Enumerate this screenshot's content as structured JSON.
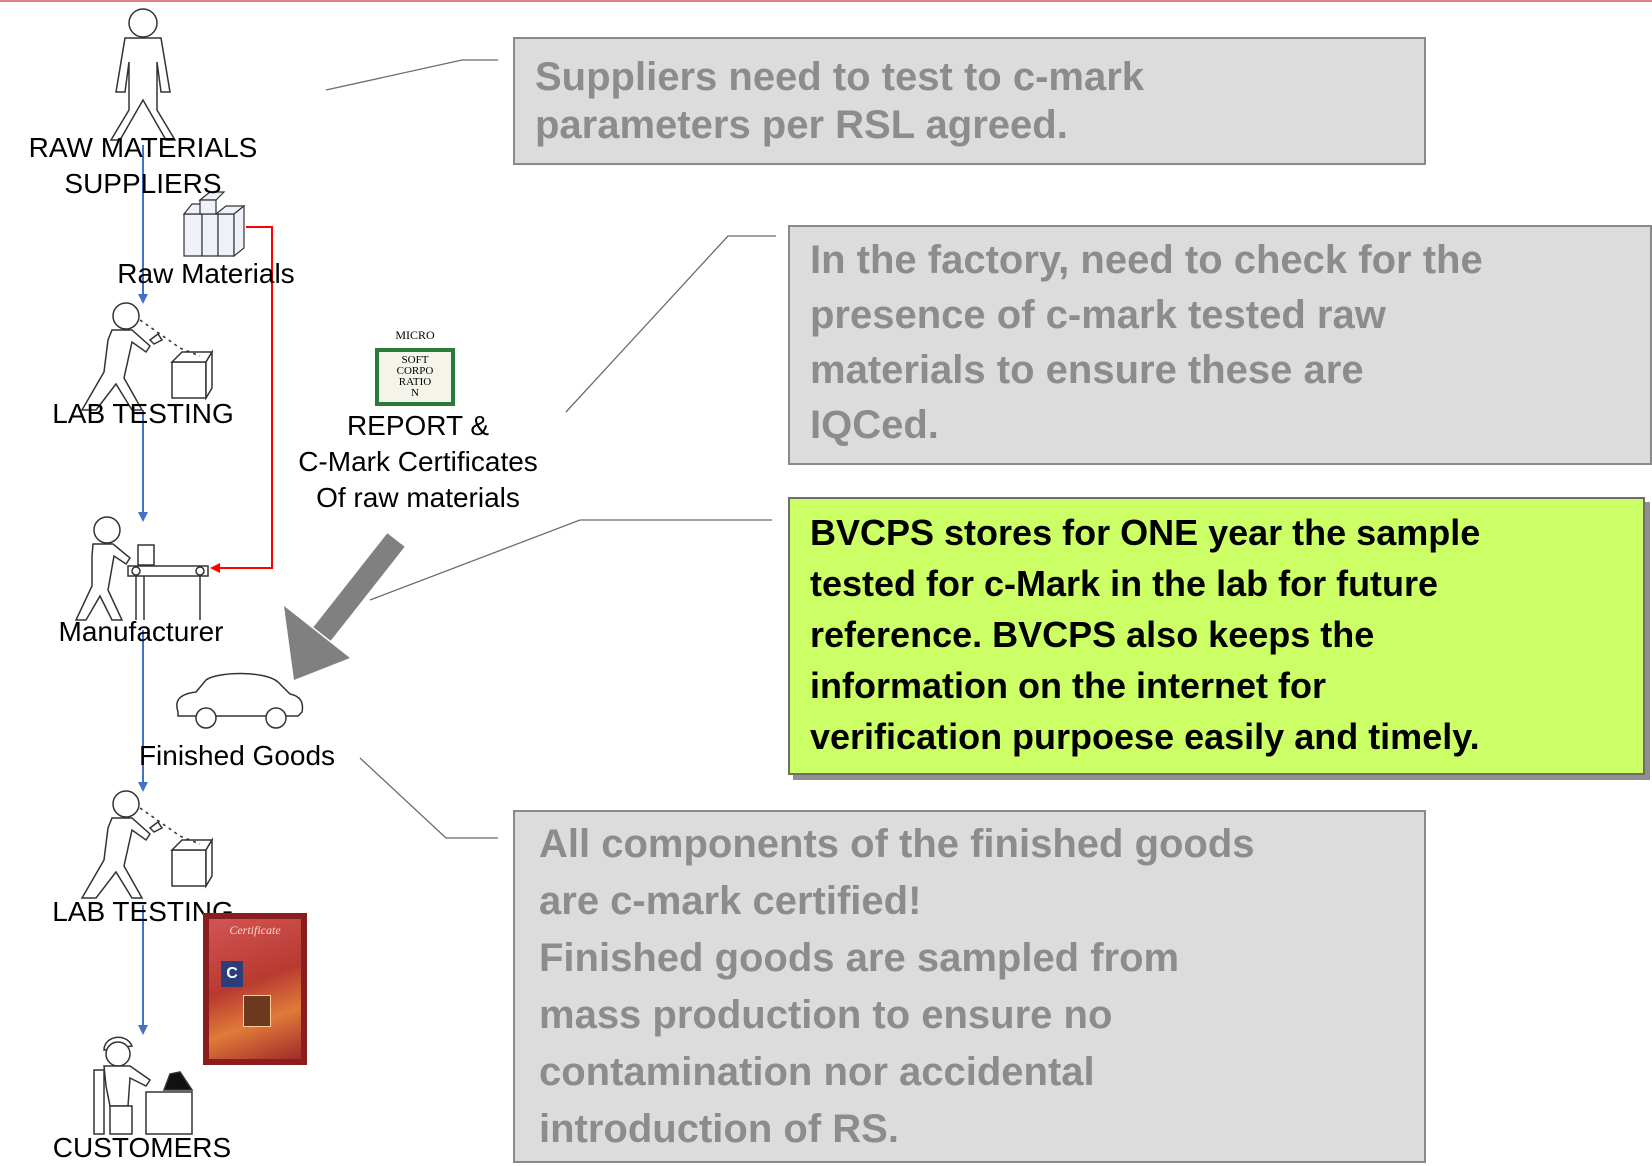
{
  "diagram": {
    "actors": {
      "suppliers": [
        "RAW MATERIALS",
        "SUPPLIERS"
      ],
      "raw_materials": "Raw Materials",
      "lab_testing_1": "LAB TESTING",
      "manufacturer": "Manufacturer",
      "finished_goods": "Finished Goods",
      "lab_testing_2": "LAB TESTING",
      "customers": "CUSTOMERS"
    },
    "report": [
      "REPORT &",
      "C-Mark Certificates",
      "Of raw materials"
    ],
    "micro_cert": {
      "top": "MICRO",
      "lines": [
        "SOFT",
        "CORPO",
        "RATIO",
        "N"
      ]
    },
    "certificate_title": "Certificate",
    "certificate_badge": "C",
    "callouts": {
      "suppliers": [
        "Suppliers need to test to c-mark",
        "parameters per RSL agreed."
      ],
      "factory": [
        "In the factory, need to check for the",
        "presence of c-mark tested raw",
        "materials to ensure these are",
        "IQCed."
      ],
      "bvcps": [
        "BVCPS stores for ONE year the sample",
        "tested for c-Mark in the lab for future",
        "reference.  BVCPS also keeps the",
        "information on the internet for",
        "verification purpoese easily and timely."
      ],
      "finished": [
        "All components of the finished goods",
        "are c-mark certified!",
        "Finished goods are sampled from",
        "mass production to ensure no",
        "contamination nor accidental",
        "introduction of RS."
      ]
    },
    "colors": {
      "flow_arrow": "#4472c4",
      "material_line": "#ff0000",
      "gray_box": "#dcdcdc",
      "gray_text": "#8c8c8c",
      "green_box": "#ccff66",
      "big_arrow": "#808080",
      "top_rule": "#e37b8a"
    }
  }
}
